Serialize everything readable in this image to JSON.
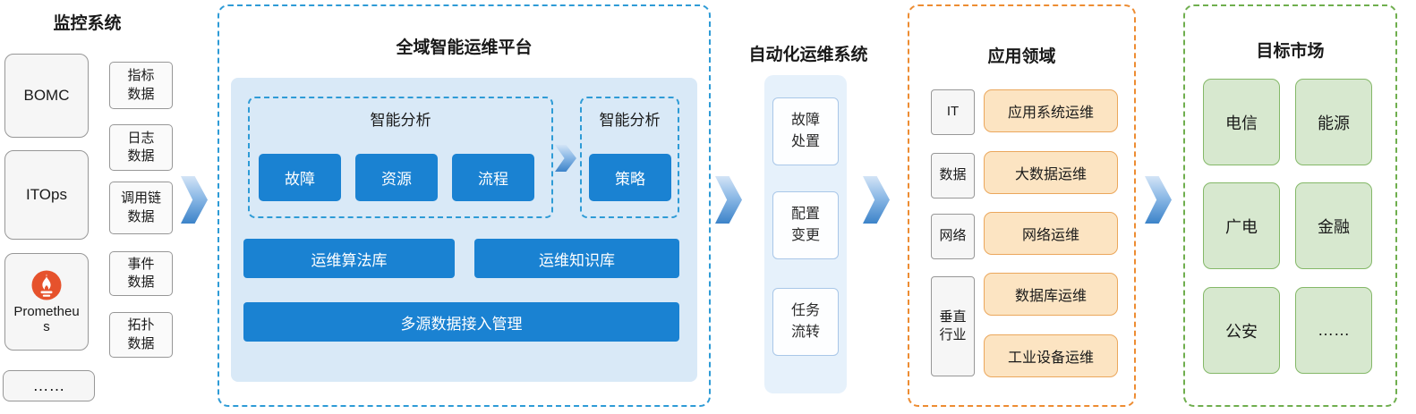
{
  "monitoring": {
    "title": "监控系统",
    "systems": [
      "BOMC",
      "ITOps",
      "Prometheus",
      "……"
    ],
    "data_types": [
      "指标\n数据",
      "日志\n数据",
      "调用链\n数据",
      "事件\n数据",
      "拓扑\n数据"
    ]
  },
  "platform": {
    "title": "全域智能运维平台",
    "analysis": {
      "title": "智能分析",
      "items": [
        "故障",
        "资源",
        "流程"
      ]
    },
    "strategy": {
      "title": "智能分析",
      "items": [
        "策略"
      ]
    },
    "libraries": [
      "运维算法库",
      "运维知识库"
    ],
    "data_access": "多源数据接入管理"
  },
  "automation": {
    "title": "自动化运维系统",
    "items": [
      "故障\n处置",
      "配置\n变更",
      "任务\n流转"
    ]
  },
  "application": {
    "title": "应用领域",
    "categories": [
      "IT",
      "数据",
      "网络",
      "垂直\n行业"
    ],
    "services": [
      "应用系统运维",
      "大数据运维",
      "网络运维",
      "数据库运维",
      "工业设备运维"
    ]
  },
  "market": {
    "title": "目标市场",
    "items": [
      "电信",
      "能源",
      "广电",
      "金融",
      "公安",
      "……"
    ]
  },
  "colors": {
    "primary_blue": "#1a82d2",
    "panel_blue": "#d9e9f7",
    "dashed_blue": "#2e9bd6",
    "orange_border": "#ed8c32",
    "orange_fill": "#fce4c2",
    "green_border": "#6fae4e",
    "green_fill": "#d7e8cf",
    "prometheus_orange": "#e6522c"
  }
}
